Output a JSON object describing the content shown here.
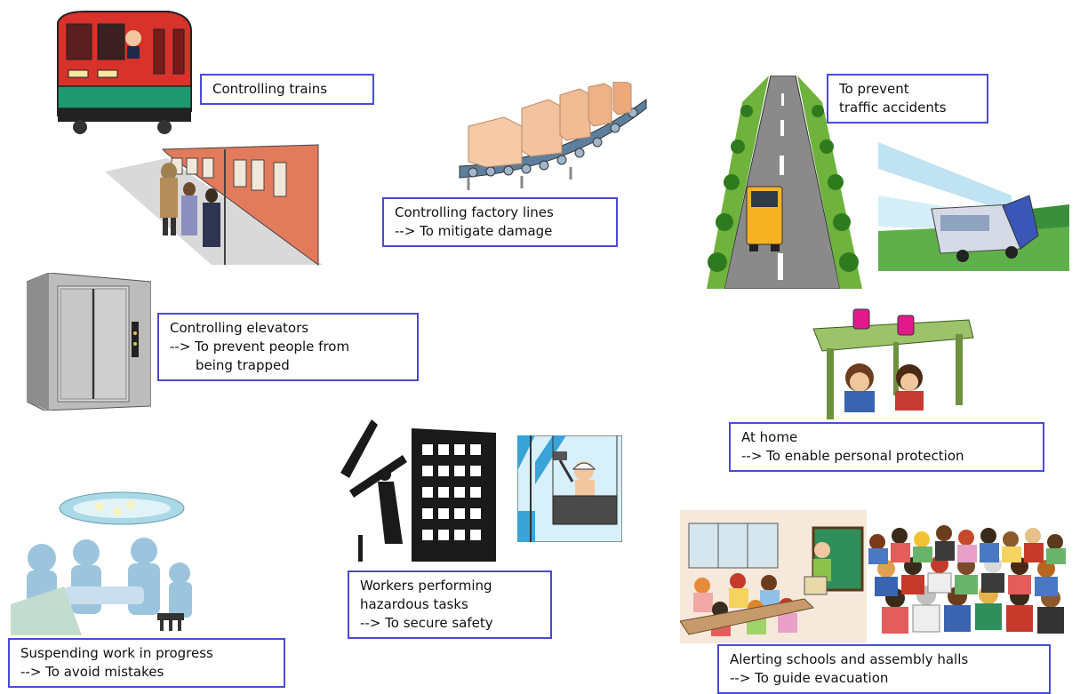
{
  "labels": {
    "trains": {
      "line1": "Controlling trains"
    },
    "factory": {
      "line1": "Controlling factory lines",
      "line2": "--> To mitigate damage"
    },
    "traffic": {
      "line1": "To prevent",
      "line2": "traffic accidents"
    },
    "elevators": {
      "line1": "Controlling elevators",
      "line2": "--> To prevent people from",
      "line3": "being trapped"
    },
    "home": {
      "line1": "At home",
      "line2": "--> To enable personal protection"
    },
    "workers": {
      "line1": "Workers performing",
      "line2": "hazardous tasks",
      "line3": "--> To secure safety"
    },
    "surgery": {
      "line1": "Suspending work in progress",
      "line2": "--> To avoid mistakes"
    },
    "schools": {
      "line1": "Alerting schools and assembly halls",
      "line2": "--> To guide evacuation"
    }
  },
  "illustrations": [
    {
      "name": "train-icon"
    },
    {
      "name": "station-platform-icon"
    },
    {
      "name": "conveyor-belt-icon"
    },
    {
      "name": "highway-truck-icon"
    },
    {
      "name": "truck-headlights-icon"
    },
    {
      "name": "elevator-icon"
    },
    {
      "name": "table-shelter-icon"
    },
    {
      "name": "building-construction-icon"
    },
    {
      "name": "window-cleaner-icon"
    },
    {
      "name": "surgery-room-icon"
    },
    {
      "name": "classroom-icon"
    },
    {
      "name": "audience-hall-icon"
    }
  ],
  "colors": {
    "label_border": "#4a4ad8",
    "train_red": "#d8322a",
    "train_green": "#1f9a70"
  }
}
